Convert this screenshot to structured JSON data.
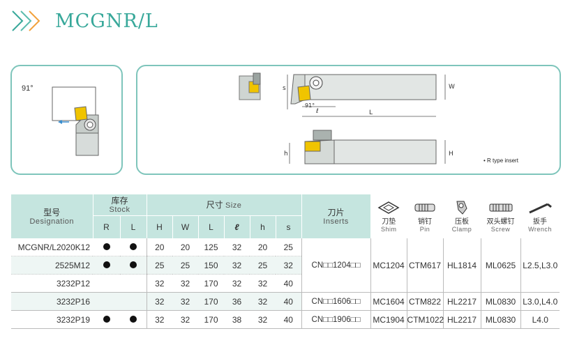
{
  "header": {
    "title": "MCGNR/L"
  },
  "diagram": {
    "angle_label": "91°",
    "dims": {
      "s": "s",
      "w": "W",
      "l": "ℓ",
      "L": "L",
      "h": "h",
      "H": "H",
      "angle": "91°"
    },
    "note": "• R type insert"
  },
  "colors": {
    "teal": "#38a89a",
    "header_bg": "#c5e5df",
    "insert_yellow": "#f0c400"
  },
  "table": {
    "head": {
      "designation_cn": "型号",
      "designation_en": "Designation",
      "stock_cn": "库存",
      "stock_en": "Stock",
      "size_cn": "尺寸",
      "size_en": "Size",
      "inserts_cn": "刀片",
      "inserts_en": "Inserts",
      "sub": {
        "R": "R",
        "L": "L",
        "H": "H",
        "W": "W",
        "Lc": "L",
        "l": "ℓ",
        "h": "h",
        "s": "s"
      },
      "shim_cn": "刀垫",
      "shim_en": "Shim",
      "pin_cn": "销钉",
      "pin_en": "Pin",
      "clamp_cn": "压板",
      "clamp_en": "Clamp",
      "screw_cn": "双头螺钉",
      "screw_en": "Screw",
      "wrench_cn": "扳手",
      "wrench_en": "Wrench",
      "icons": [
        "shim-icon",
        "pin-icon",
        "clamp-icon",
        "screw-icon",
        "wrench-icon"
      ]
    },
    "rows": [
      {
        "designation": "MCGNR/L2020K12",
        "R": true,
        "L": true,
        "H": "20",
        "W": "20",
        "Lc": "125",
        "l": "32",
        "h": "20",
        "s": "25"
      },
      {
        "designation": "2525M12",
        "R": true,
        "L": true,
        "H": "25",
        "W": "25",
        "Lc": "150",
        "l": "32",
        "h": "25",
        "s": "32"
      },
      {
        "designation": "3232P12",
        "R": false,
        "L": false,
        "H": "32",
        "W": "32",
        "Lc": "170",
        "l": "32",
        "h": "32",
        "s": "40"
      },
      {
        "designation": "3232P16",
        "R": false,
        "L": false,
        "H": "32",
        "W": "32",
        "Lc": "170",
        "l": "36",
        "h": "32",
        "s": "40"
      },
      {
        "designation": "3232P19",
        "R": true,
        "L": true,
        "H": "32",
        "W": "32",
        "Lc": "170",
        "l": "38",
        "h": "32",
        "s": "40"
      }
    ],
    "groups": [
      {
        "insert": "CN□□1204□□",
        "shim": "MC1204",
        "pin": "CTM617",
        "clamp": "HL1814",
        "screw": "ML0625",
        "wrench": "L2.5,L3.0"
      },
      {
        "insert": "CN□□1606□□",
        "shim": "MC1604",
        "pin": "CTM822",
        "clamp": "HL2217",
        "screw": "ML0830",
        "wrench": "L3.0,L4.0"
      },
      {
        "insert": "CN□□1906□□",
        "shim": "MC1904",
        "pin": "CTM1022",
        "clamp": "HL2217",
        "screw": "ML0830",
        "wrench": "L4.0"
      }
    ]
  }
}
